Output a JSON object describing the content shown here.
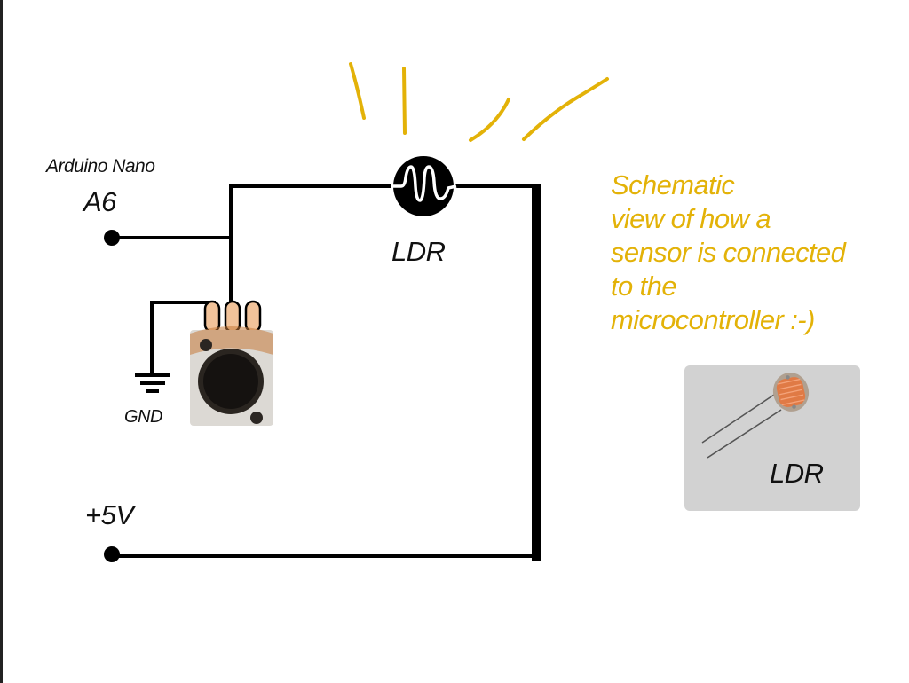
{
  "diagram": {
    "title_note": {
      "lines": [
        "Schematic",
        "view of how a",
        "sensor is connected",
        "to the",
        "microcontroller :-)"
      ],
      "color": "#e3b208"
    },
    "labels": {
      "board": "Arduino Nano",
      "pin": "A6",
      "sensor": "LDR",
      "ground": "GND",
      "supply": "+5V"
    },
    "components": [
      {
        "id": "ldr",
        "type": "light-dependent-resistor",
        "label": "LDR"
      },
      {
        "id": "pot",
        "type": "potentiometer",
        "pins": 3
      },
      {
        "id": "gnd",
        "type": "ground-symbol",
        "label": "GND"
      }
    ],
    "connections": [
      [
        "A6",
        "ldr.left"
      ],
      [
        "A6",
        "pot.wiper"
      ],
      [
        "pot.left",
        "GND"
      ],
      [
        "ldr.right",
        "+5V"
      ]
    ],
    "photo_card": {
      "label": "LDR",
      "background": "#d2d2d2"
    },
    "light_rays_color": "#e3b208",
    "wire_color": "#000000"
  }
}
